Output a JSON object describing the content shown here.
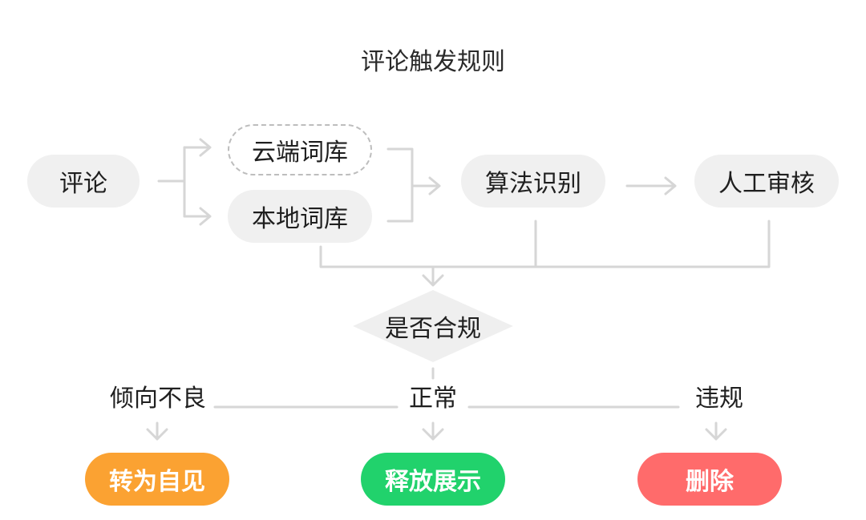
{
  "title": "评论触发规则",
  "nodes": {
    "comment": "评论",
    "cloud_lexicon": "云端词库",
    "local_lexicon": "本地词库",
    "algorithm": "算法识别",
    "manual_review": "人工审核"
  },
  "decision": "是否合规",
  "branches": {
    "bad": "倾向不良",
    "normal": "正常",
    "violation": "违规"
  },
  "outcomes": {
    "self_visible": {
      "label": "转为自见",
      "color": "#fba232"
    },
    "release": {
      "label": "释放展示",
      "color": "#21d26c"
    },
    "delete": {
      "label": "删除",
      "color": "#ff6b6b"
    }
  },
  "colors": {
    "connector": "#d6d6d6",
    "node_bg": "#f0f0f0",
    "decision_bg": "#efefef"
  }
}
